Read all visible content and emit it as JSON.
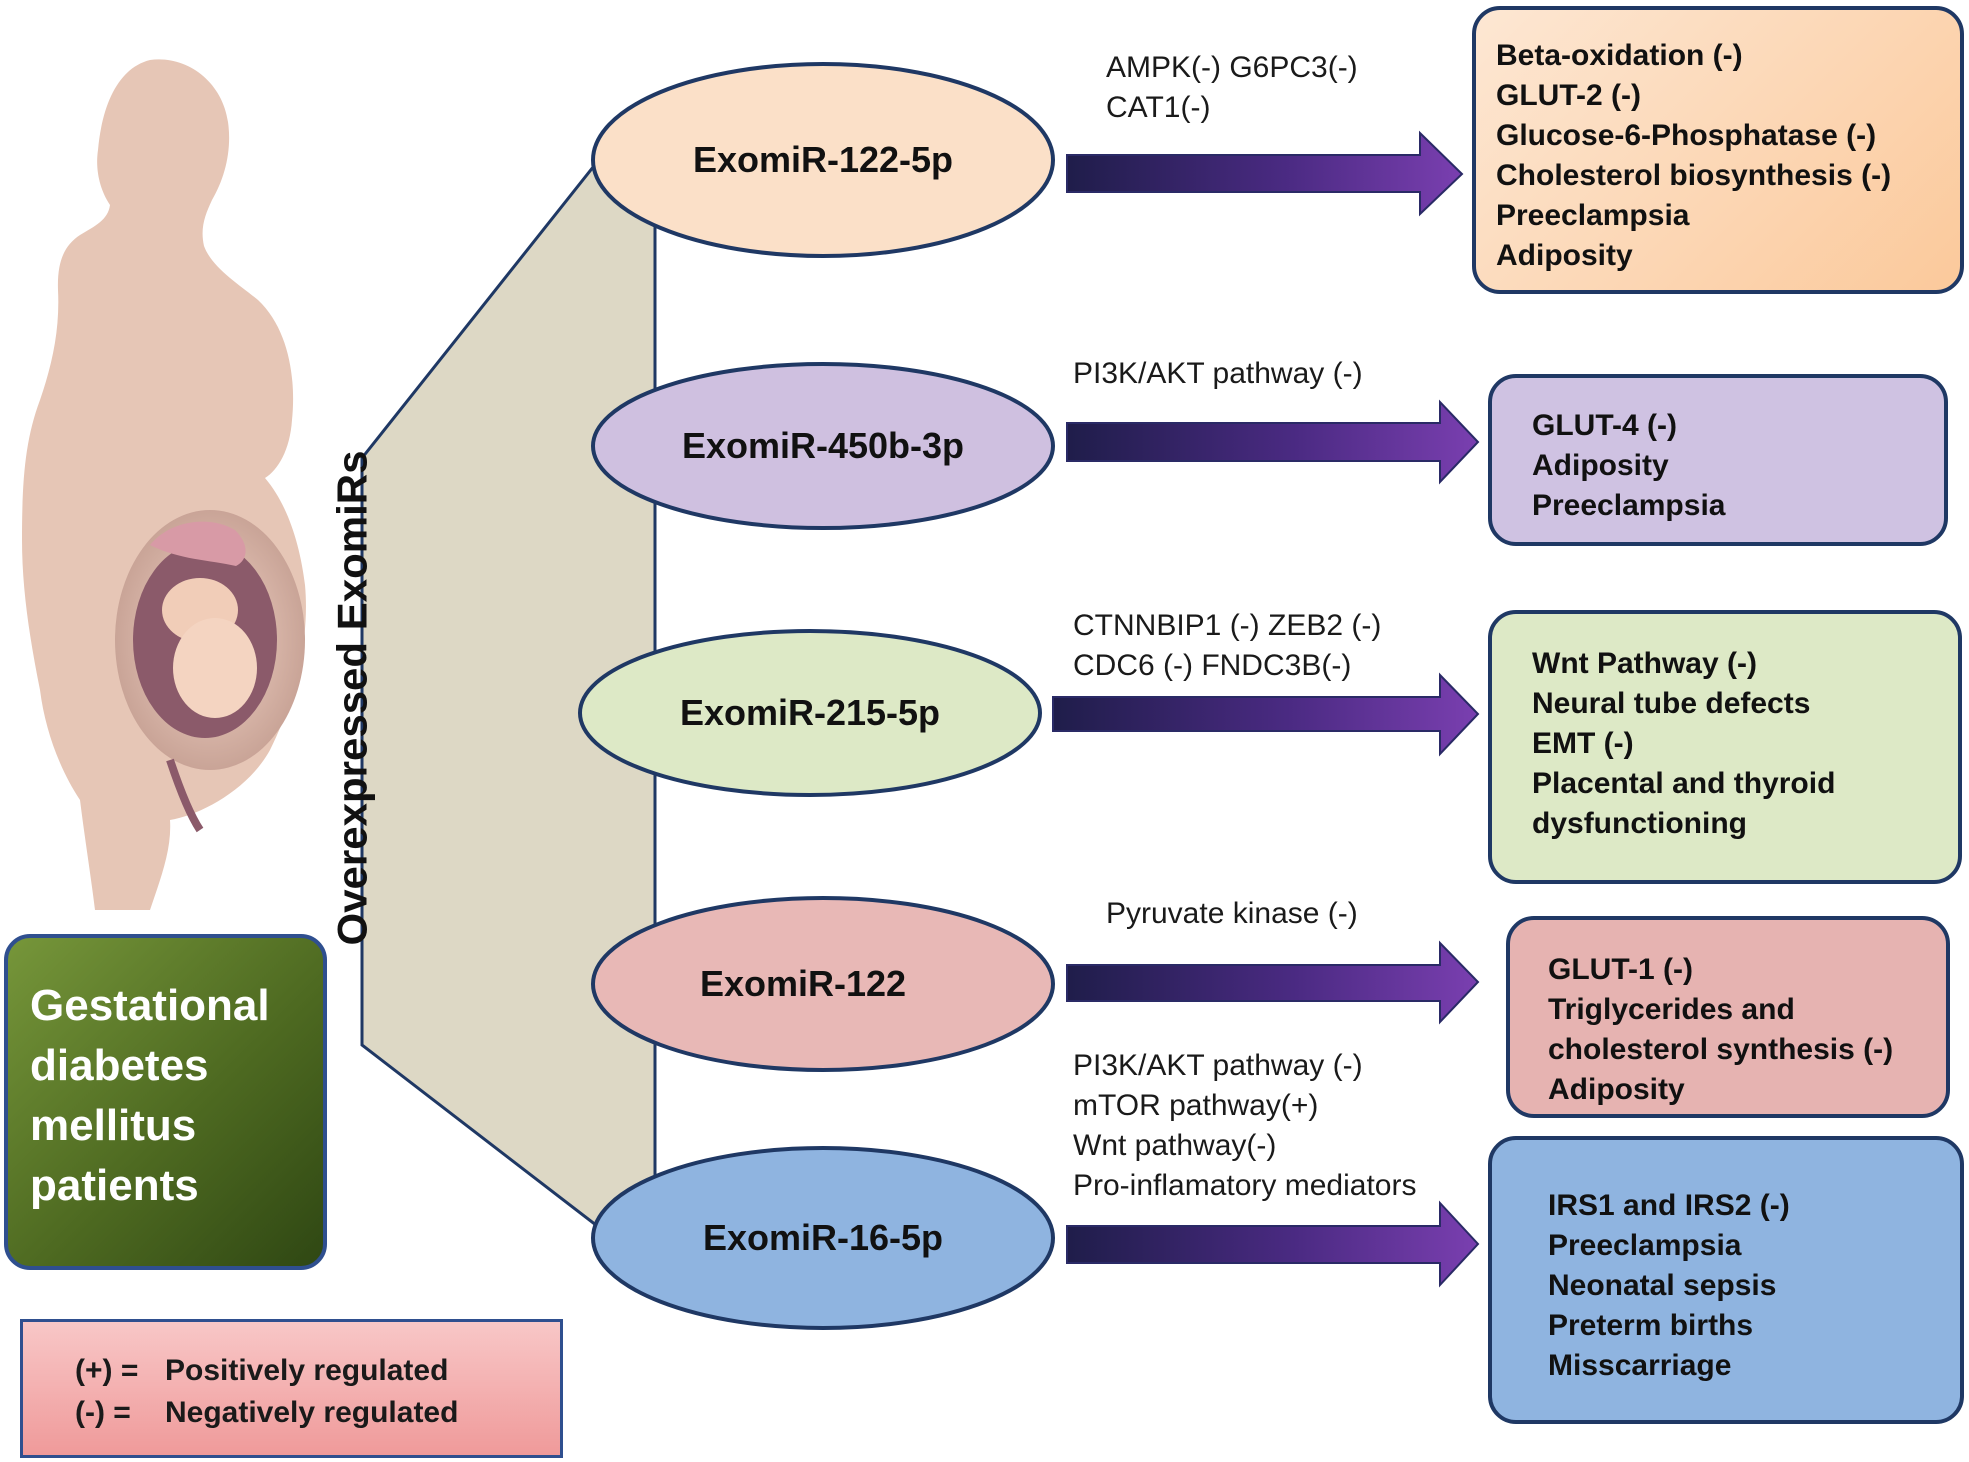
{
  "side_label": "Overexpressed ExomiRs",
  "patient_box": {
    "lines": [
      "Gestational",
      "diabetes",
      "mellitus",
      "patients"
    ]
  },
  "legend": {
    "rows": [
      {
        "symbol": "(+) =",
        "text": "Positively regulated"
      },
      {
        "symbol": "(-)  =",
        "text": "Negatively regulated"
      }
    ]
  },
  "rows": [
    {
      "exomir": "ExomiR-122-5p",
      "targets": [
        "AMPK(-)  G6PC3(-)",
        "CAT1(-)"
      ],
      "effects": [
        "Beta-oxidation (-)",
        "GLUT-2 (-)",
        "Glucose-6-Phosphatase (-)",
        "Cholesterol biosynthesis (-)",
        "Preeclampsia",
        "Adiposity"
      ],
      "ellipse_color": "#fbe0c8",
      "box_color": "#fcd6b4"
    },
    {
      "exomir": "ExomiR-450b-3p",
      "targets": [
        "PI3K/AKT pathway  (-)"
      ],
      "effects": [
        "GLUT-4 (-)",
        "Adiposity",
        "Preeclampsia"
      ],
      "ellipse_color": "#cfc0e0",
      "box_color": "#cfc2e2"
    },
    {
      "exomir": "ExomiR-215-5p",
      "targets": [
        "CTNNBIP1 (-)  ZEB2 (-)",
        "CDC6 (-)  FNDC3B(-)"
      ],
      "effects": [
        "Wnt Pathway (-)",
        "Neural tube defects",
        "EMT (-)",
        "Placental and thyroid",
        "dysfunctioning"
      ],
      "ellipse_color": "#dde9c6",
      "box_color": "#dde9c6"
    },
    {
      "exomir": "ExomiR-122",
      "targets": [
        "Pyruvate kinase  (-)"
      ],
      "effects": [
        "GLUT-1 (-)",
        "Triglycerides and",
        "cholesterol synthesis (-)",
        "Adiposity"
      ],
      "ellipse_color": "#e8b8b6",
      "box_color": "#e6b3b1"
    },
    {
      "exomir": "ExomiR-16-5p",
      "targets": [
        "PI3K/AKT  pathway (-)",
        "mTOR  pathway(+)",
        "Wnt  pathway(-)",
        "Pro-inflamatory mediators"
      ],
      "effects": [
        "IRS1  and  IRS2 (-)",
        "Preeclampsia",
        "Neonatal  sepsis",
        "Preterm births",
        "Misscarriage"
      ],
      "ellipse_color": "#8fb4e0",
      "box_color": "#8fb4e0"
    }
  ]
}
